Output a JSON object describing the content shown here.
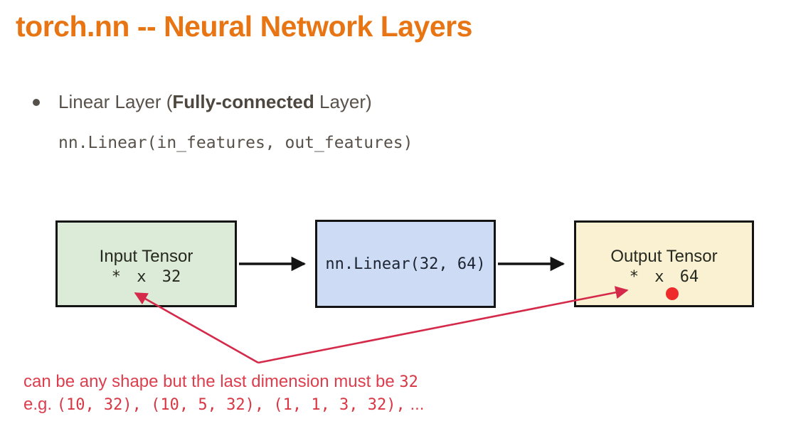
{
  "slide": {
    "title": "torch.nn -- Neural Network Layers",
    "bullet": {
      "prefix": "Linear Layer (",
      "bold": "Fully-connected",
      "suffix": " Layer)"
    },
    "code_line": "nn.Linear(in_features, out_features)"
  },
  "diagram": {
    "input_box": {
      "title": "Input Tensor",
      "shape": "* x 32"
    },
    "linear_box": {
      "label": "nn.Linear(32, 64)"
    },
    "output_box": {
      "title": "Output Tensor",
      "shape": "* x 64"
    }
  },
  "annotation": {
    "line1_text": "can be any shape but the last dimension must be ",
    "line1_code": "32",
    "line2_prefix": "e.g. ",
    "line2_code": "(10, 32), (10, 5, 32), (1, 1, 3, 32),",
    "line2_suffix": " ..."
  },
  "colors": {
    "title_orange": "#e87513",
    "body_text": "#58524a",
    "input_box_fill": "#dcead8",
    "linear_box_fill": "#cddcf4",
    "output_box_fill": "#faf1d3",
    "box_border": "#141414",
    "annotation_red": "#dd3e4d",
    "arrow_red": "#d5294a",
    "dot_red": "#ee2a2a"
  }
}
